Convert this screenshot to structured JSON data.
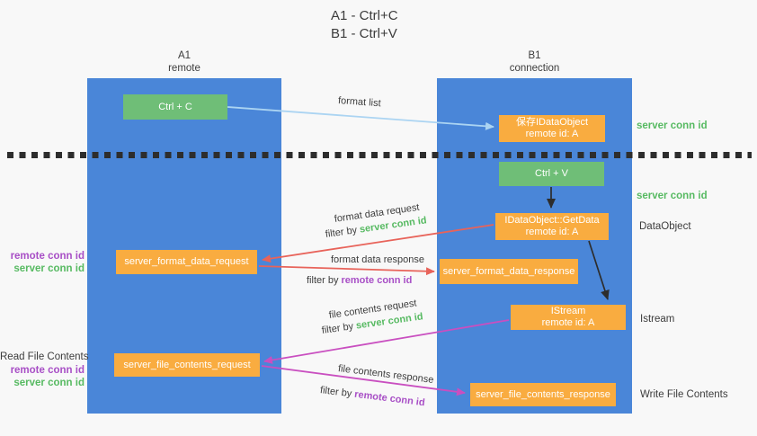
{
  "title": {
    "line1": "A1 - Ctrl+C",
    "line2": "B1 - Ctrl+V"
  },
  "lifelines": {
    "left": {
      "name": "A1",
      "role": "remote"
    },
    "right": {
      "name": "B1",
      "role": "connection"
    }
  },
  "nodes": {
    "ctrl_c": {
      "label": "Ctrl + C"
    },
    "save_idataobject": {
      "line1": "保存IDataObject",
      "line2": "remote id: A"
    },
    "ctrl_v": {
      "label": "Ctrl + V"
    },
    "getdata": {
      "line1": "IDataObject::GetData",
      "line2": "remote id: A"
    },
    "format_request": {
      "label": "server_format_data_request"
    },
    "format_response": {
      "label": "server_format_data_response"
    },
    "istream": {
      "line1": "IStream",
      "line2": "remote id: A"
    },
    "file_request": {
      "label": "server_file_contents_request"
    },
    "file_response": {
      "label": "server_file_contents_response"
    }
  },
  "side_labels": {
    "right_server_conn_top": "server conn id",
    "right_server_conn_mid": "server conn id",
    "right_dataobject": "DataObject",
    "right_istream": "Istream",
    "right_write_file": "Write File Contents",
    "left_read_file": "Read File Contents",
    "left_remote_conn_1": "remote conn id",
    "left_server_conn_1": "server conn id",
    "left_remote_conn_2": "remote conn id",
    "left_server_conn_2": "server conn id"
  },
  "flow_labels": {
    "format_list": "format list",
    "format_data_request": "format data request",
    "format_data_response": "format data response",
    "file_contents_request": "file contents request",
    "file_contents_response": "file contents response",
    "filter_prefix": "filter by",
    "server_conn_id": "server conn id",
    "remote_conn_id": "remote conn id"
  },
  "colors": {
    "lifeline_blue": "#4A86D8",
    "action_green": "#6FBE77",
    "message_orange": "#F9AC40",
    "server_conn_green": "#57BA62",
    "remote_conn_purple": "#A84FC6",
    "request_red": "#E8635A",
    "response_magenta": "#C94FC0",
    "format_list_blue": "#ABD4F2",
    "black_arrow": "#2D2D2D",
    "text_dark": "#3C3C3C",
    "background": "#F8F8F8"
  }
}
